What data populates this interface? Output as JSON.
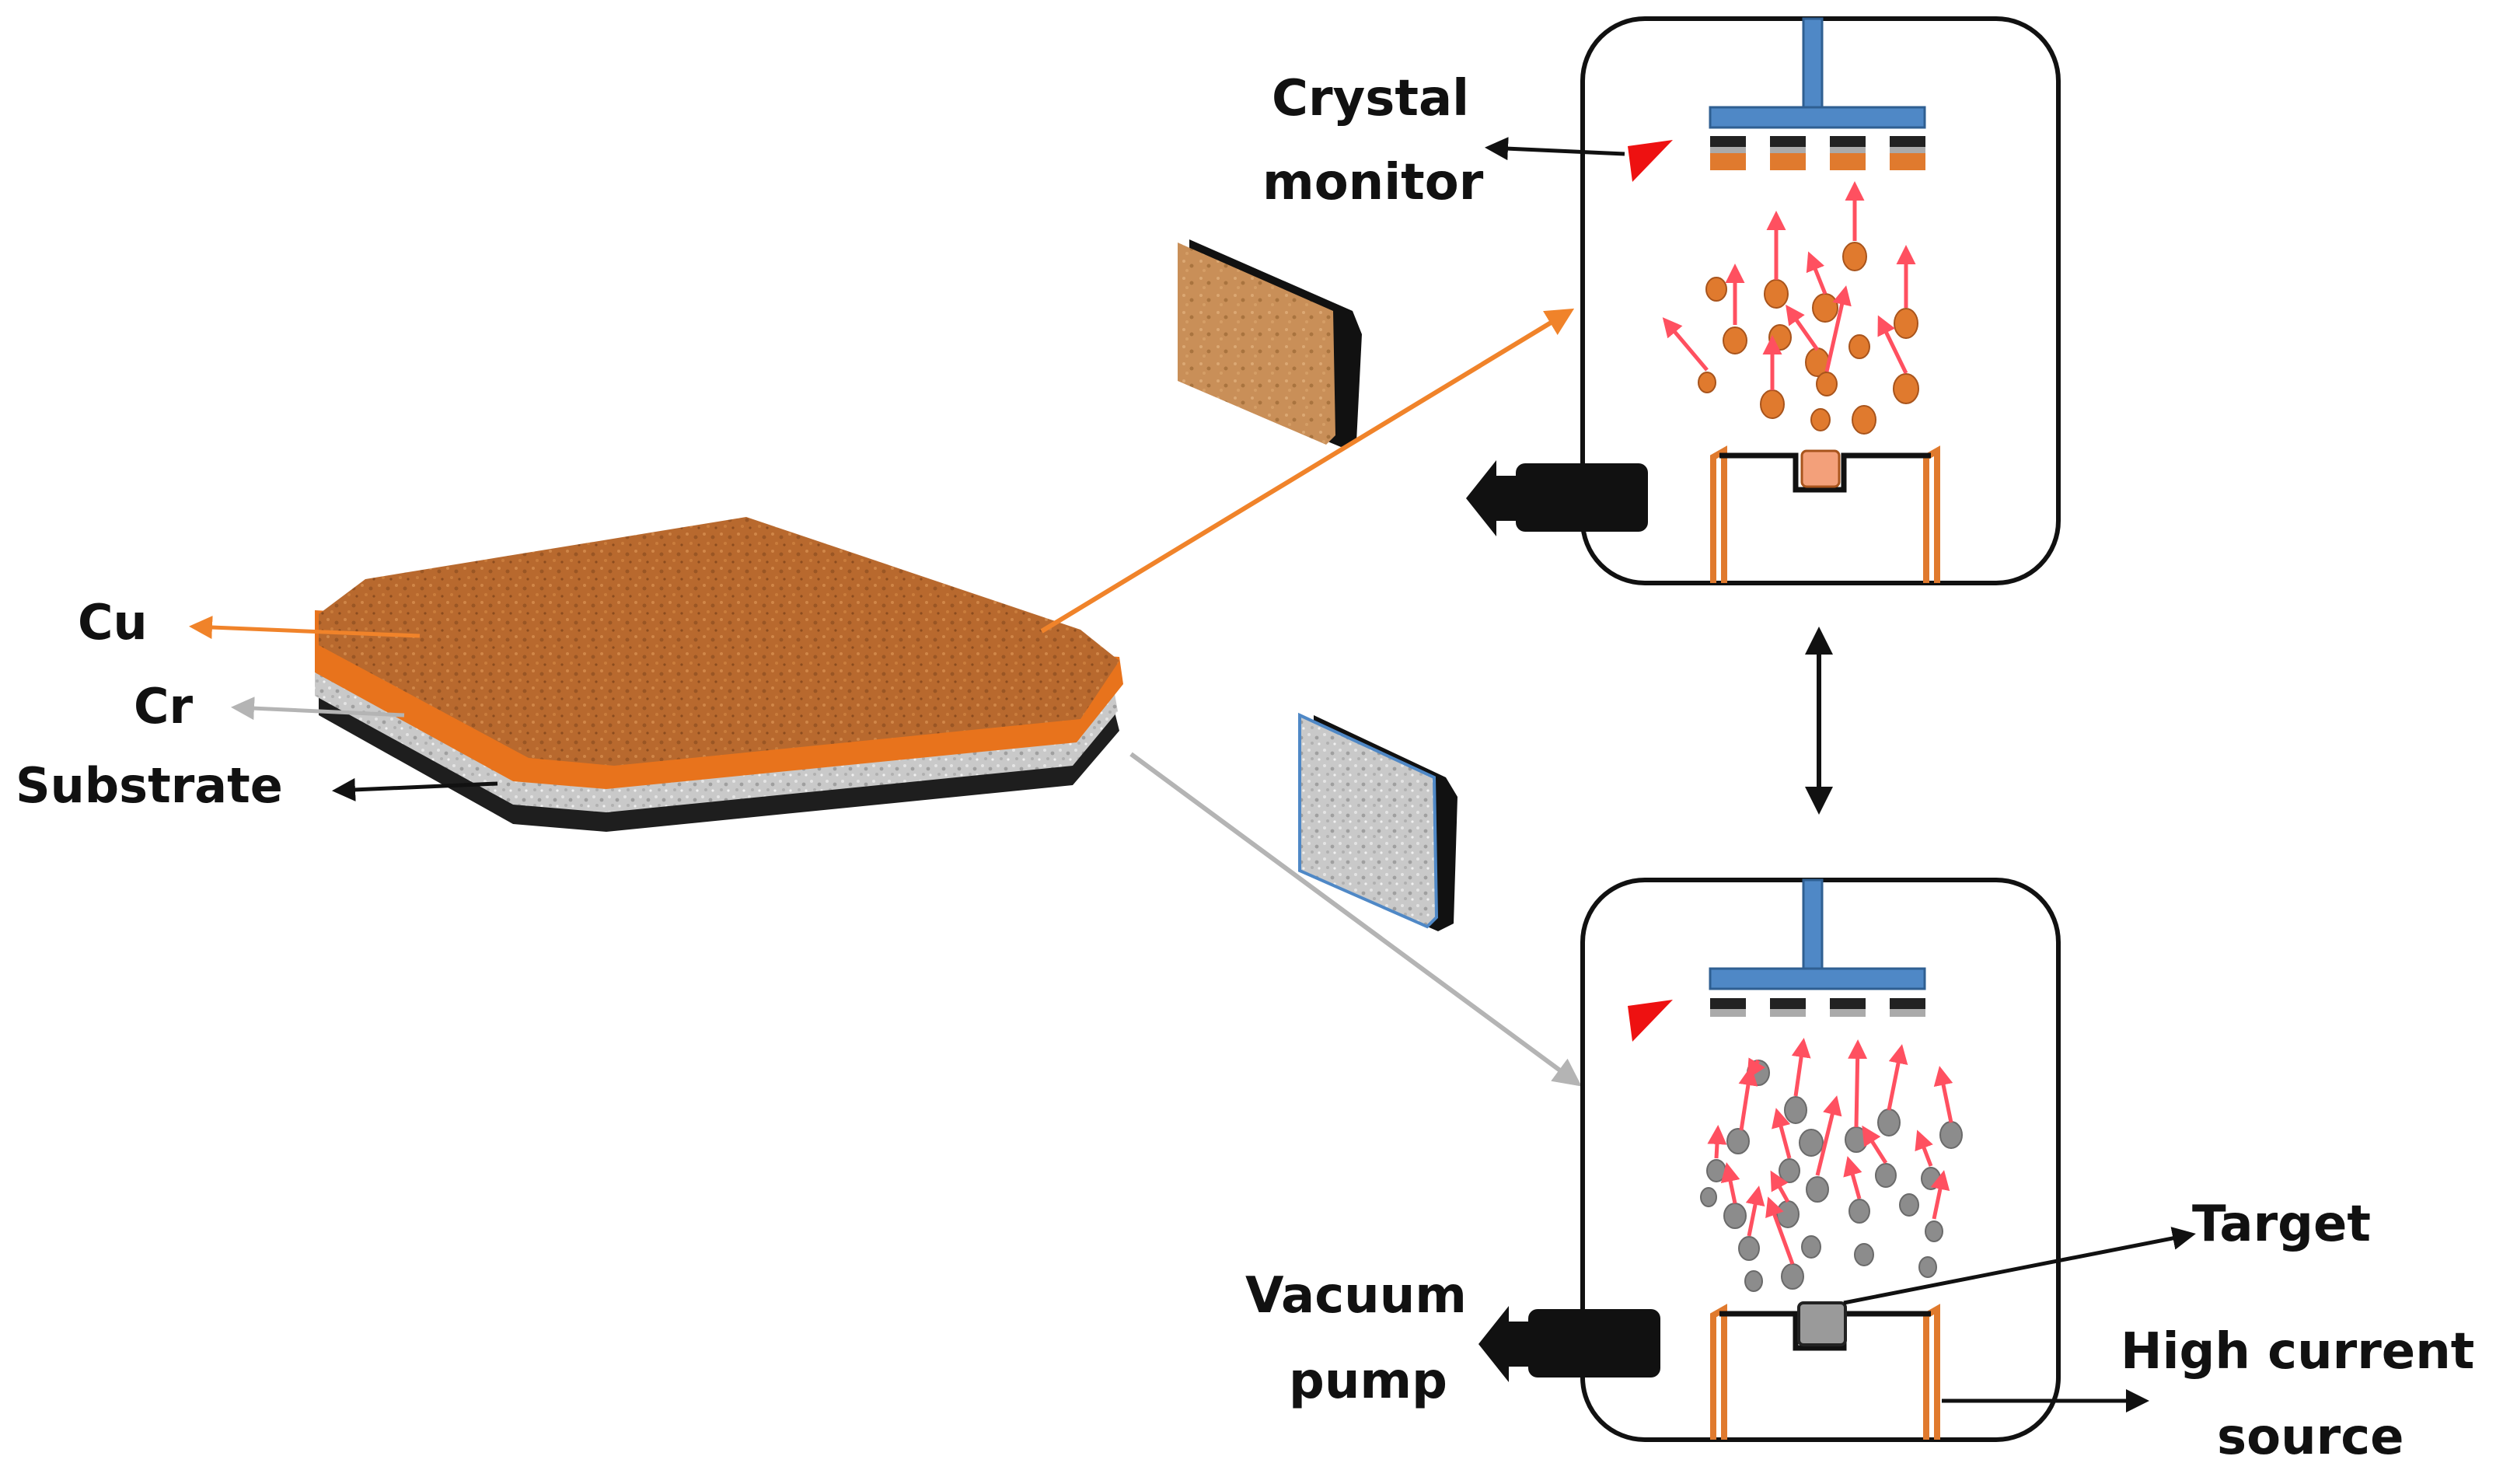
{
  "labels": {
    "crystal_monitor_1": "Crystal",
    "crystal_monitor_2": "monitor",
    "cu": "Cu",
    "cr": "Cr",
    "substrate": "Substrate",
    "vacuum_pump_1": "Vacuum",
    "vacuum_pump_2": "pump",
    "target": "Target",
    "high_current_1": "High current",
    "high_current_2": "source"
  },
  "colors": {
    "copper": "#b8692e",
    "copper_edge": "#e8731c",
    "chrome": "#c9c9c9",
    "substrate": "#1e1e1e",
    "holder": "#4f88c6",
    "orange_line": "#f0832a",
    "gray_line": "#b4b4b4",
    "particle_cu": "#e07a2e",
    "particle_cr": "#8c8c8c",
    "arrow_red": "#ff5060",
    "monitor_red": "#ee1111"
  }
}
